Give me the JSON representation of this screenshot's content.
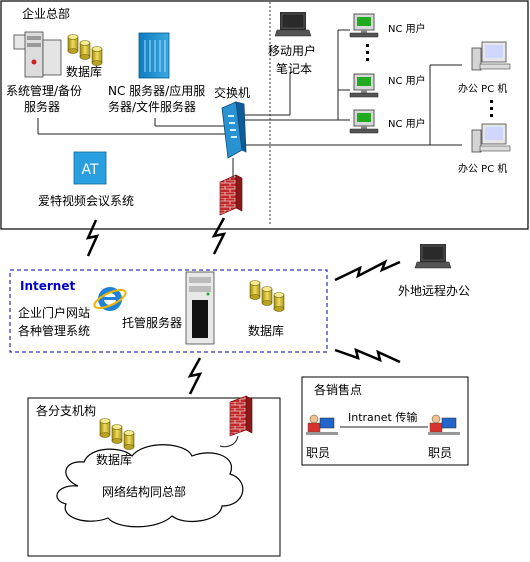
{
  "hq": {
    "title": "企业总部",
    "server_label_1": "系统管理/备份",
    "server_label_2": "服务器",
    "db_label": "数据库",
    "nc_server_label_1": "NC 服务器/应用服",
    "nc_server_label_2": "务器/文件服务器",
    "switch_label": "交换机",
    "laptop_label_1": "移动用户",
    "laptop_label_2": "笔记本",
    "nc_user_label": "NC 用户",
    "office_pc_label": "办公 PC 机",
    "video_label": "爱特视频会议系统",
    "video_icon_text": "AT"
  },
  "internet": {
    "title": "Internet",
    "portal_1": "企业门户网站",
    "portal_2": "各种管理系统",
    "hosting_label": "托管服务器",
    "db_label": "数据库"
  },
  "remote": {
    "label": "外地远程办公"
  },
  "branch": {
    "title": "各分支机构",
    "db_label": "数据库",
    "cloud_label": "网络结构同总部"
  },
  "sales": {
    "title": "各销售点",
    "link_label": "Intranet 传输",
    "staff_label": "职员"
  },
  "colors": {
    "accent_blue": "#1e90c8",
    "internet_title": "#0000cc",
    "dashed_border": "#0000aa",
    "firewall_red": "#b22222"
  }
}
